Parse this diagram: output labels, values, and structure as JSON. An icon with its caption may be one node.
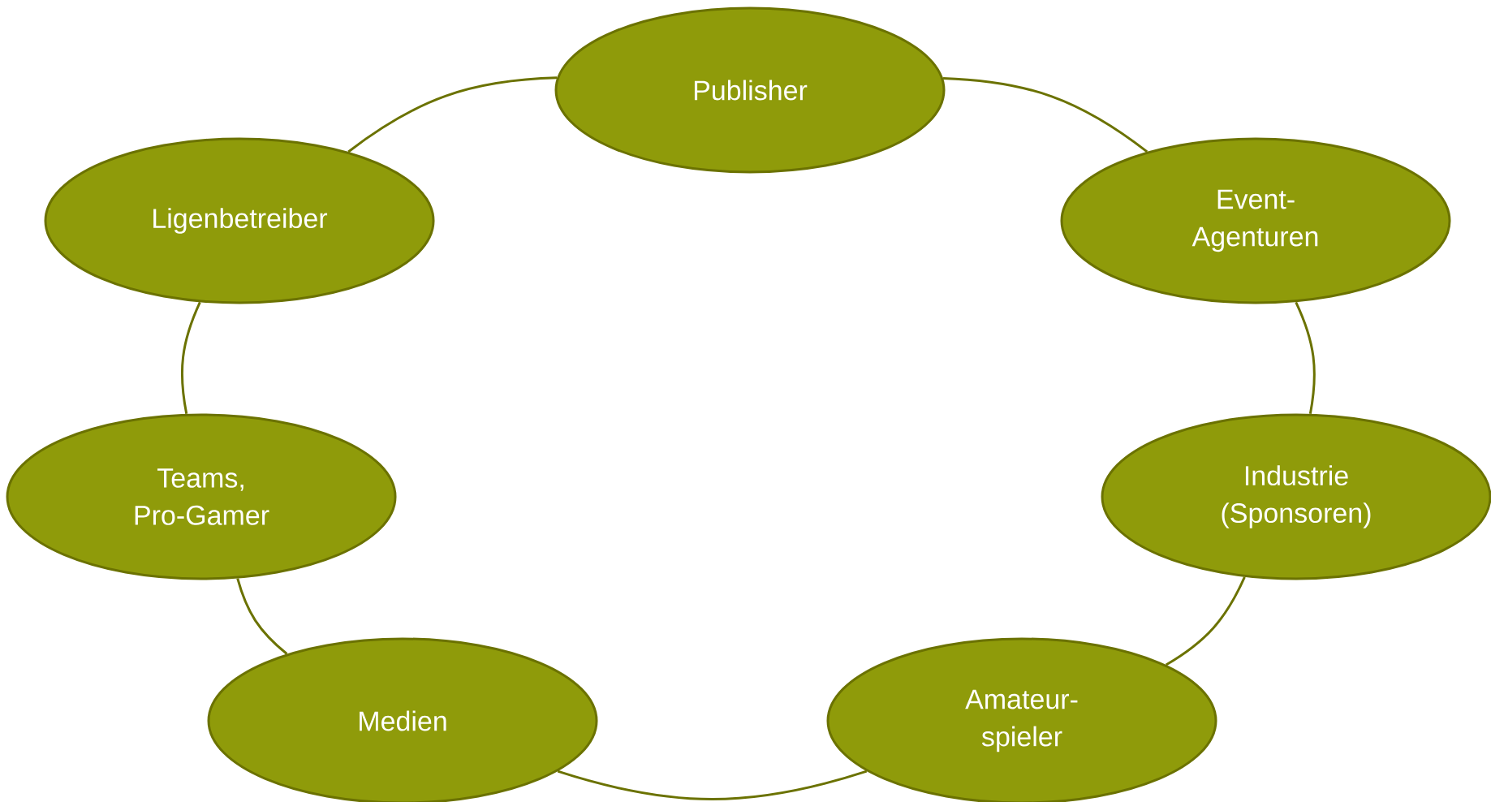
{
  "diagram": {
    "nodes": [
      {
        "text": [
          "Publisher"
        ]
      },
      {
        "text": [
          "Ligenbetreiber"
        ]
      },
      {
        "text": [
          "Event-Agenturen"
        ]
      },
      {
        "text": [
          "Teams, Pro-Gamer"
        ]
      },
      {
        "text": [
          "Industrie (Sponsoren)"
        ]
      },
      {
        "text": [
          "Medien"
        ]
      },
      {
        "text": [
          "Amateur-spieler"
        ]
      }
    ],
    "edges": [
      {
        "from": 1,
        "to": 0,
        "arrow": "none"
      },
      {
        "from": 0,
        "to": 2,
        "arrow": "none"
      },
      {
        "from": 2,
        "to": 4,
        "arrow": "none"
      },
      {
        "from": 4,
        "to": 6,
        "arrow": "none"
      },
      {
        "from": 6,
        "to": 5,
        "arrow": "none"
      },
      {
        "from": 5,
        "to": 3,
        "arrow": "none"
      },
      {
        "from": 3,
        "to": 1,
        "arrow": "none"
      }
    ]
  }
}
